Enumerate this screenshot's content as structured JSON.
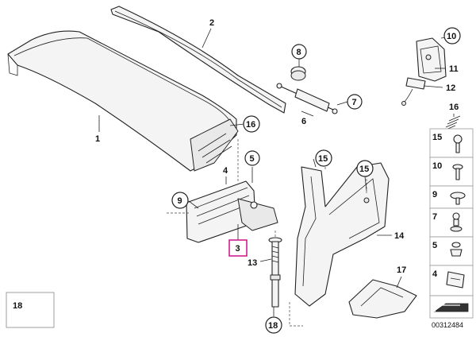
{
  "diagram": {
    "callouts": {
      "c1": "1",
      "c2": "2",
      "c3": "3",
      "c4": "4",
      "c5": "5",
      "c6": "6",
      "c7": "7",
      "c8": "8",
      "c9": "9",
      "c10": "10",
      "c11": "11",
      "c12": "12",
      "c13": "13",
      "c14": "14",
      "c15a": "15",
      "c15b": "15",
      "c16a": "16",
      "c16b": "16",
      "c17": "17",
      "c18a": "18",
      "c18b": "18"
    },
    "sidebar": {
      "items": [
        {
          "label": "15"
        },
        {
          "label": "10"
        },
        {
          "label": "9"
        },
        {
          "label": "7"
        },
        {
          "label": "5"
        },
        {
          "label": "4"
        }
      ]
    },
    "diagram_code": "00312484",
    "highlight_color": "#d0208a"
  }
}
